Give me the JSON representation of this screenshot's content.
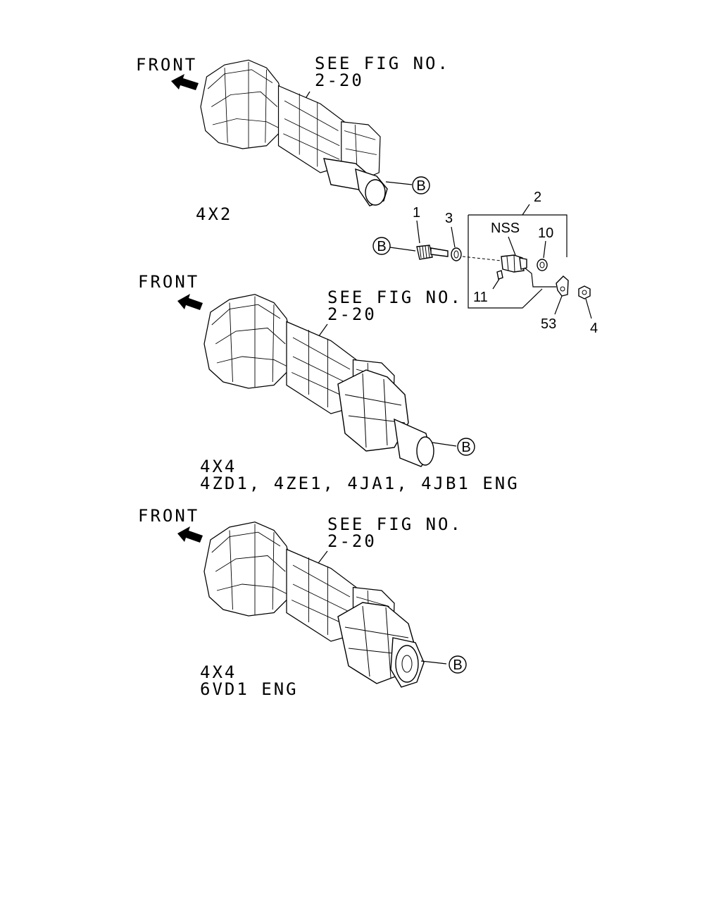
{
  "views": [
    {
      "id": "4x2",
      "front_label": "FRONT",
      "see_fig_line1": "SEE FIG NO.",
      "see_fig_line2": "2-20",
      "ref_marker": "B",
      "caption_line1": "4X2",
      "caption_line2": ""
    },
    {
      "id": "4x4-4zd1",
      "front_label": "FRONT",
      "see_fig_line1": "SEE FIG NO.",
      "see_fig_line2": "2-20",
      "ref_marker": "B",
      "caption_line1": "4X4",
      "caption_line2": "4ZD1, 4ZE1, 4JA1, 4JB1 ENG"
    },
    {
      "id": "4x4-6vd1",
      "front_label": "FRONT",
      "see_fig_line1": "SEE FIG NO.",
      "see_fig_line2": "2-20",
      "ref_marker": "B",
      "caption_line1": "4X4",
      "caption_line2": "6VD1 ENG"
    }
  ],
  "detail": {
    "ref_marker": "B",
    "nss_label": "NSS",
    "callouts": [
      "1",
      "2",
      "3",
      "10",
      "11",
      "53",
      "4"
    ]
  }
}
